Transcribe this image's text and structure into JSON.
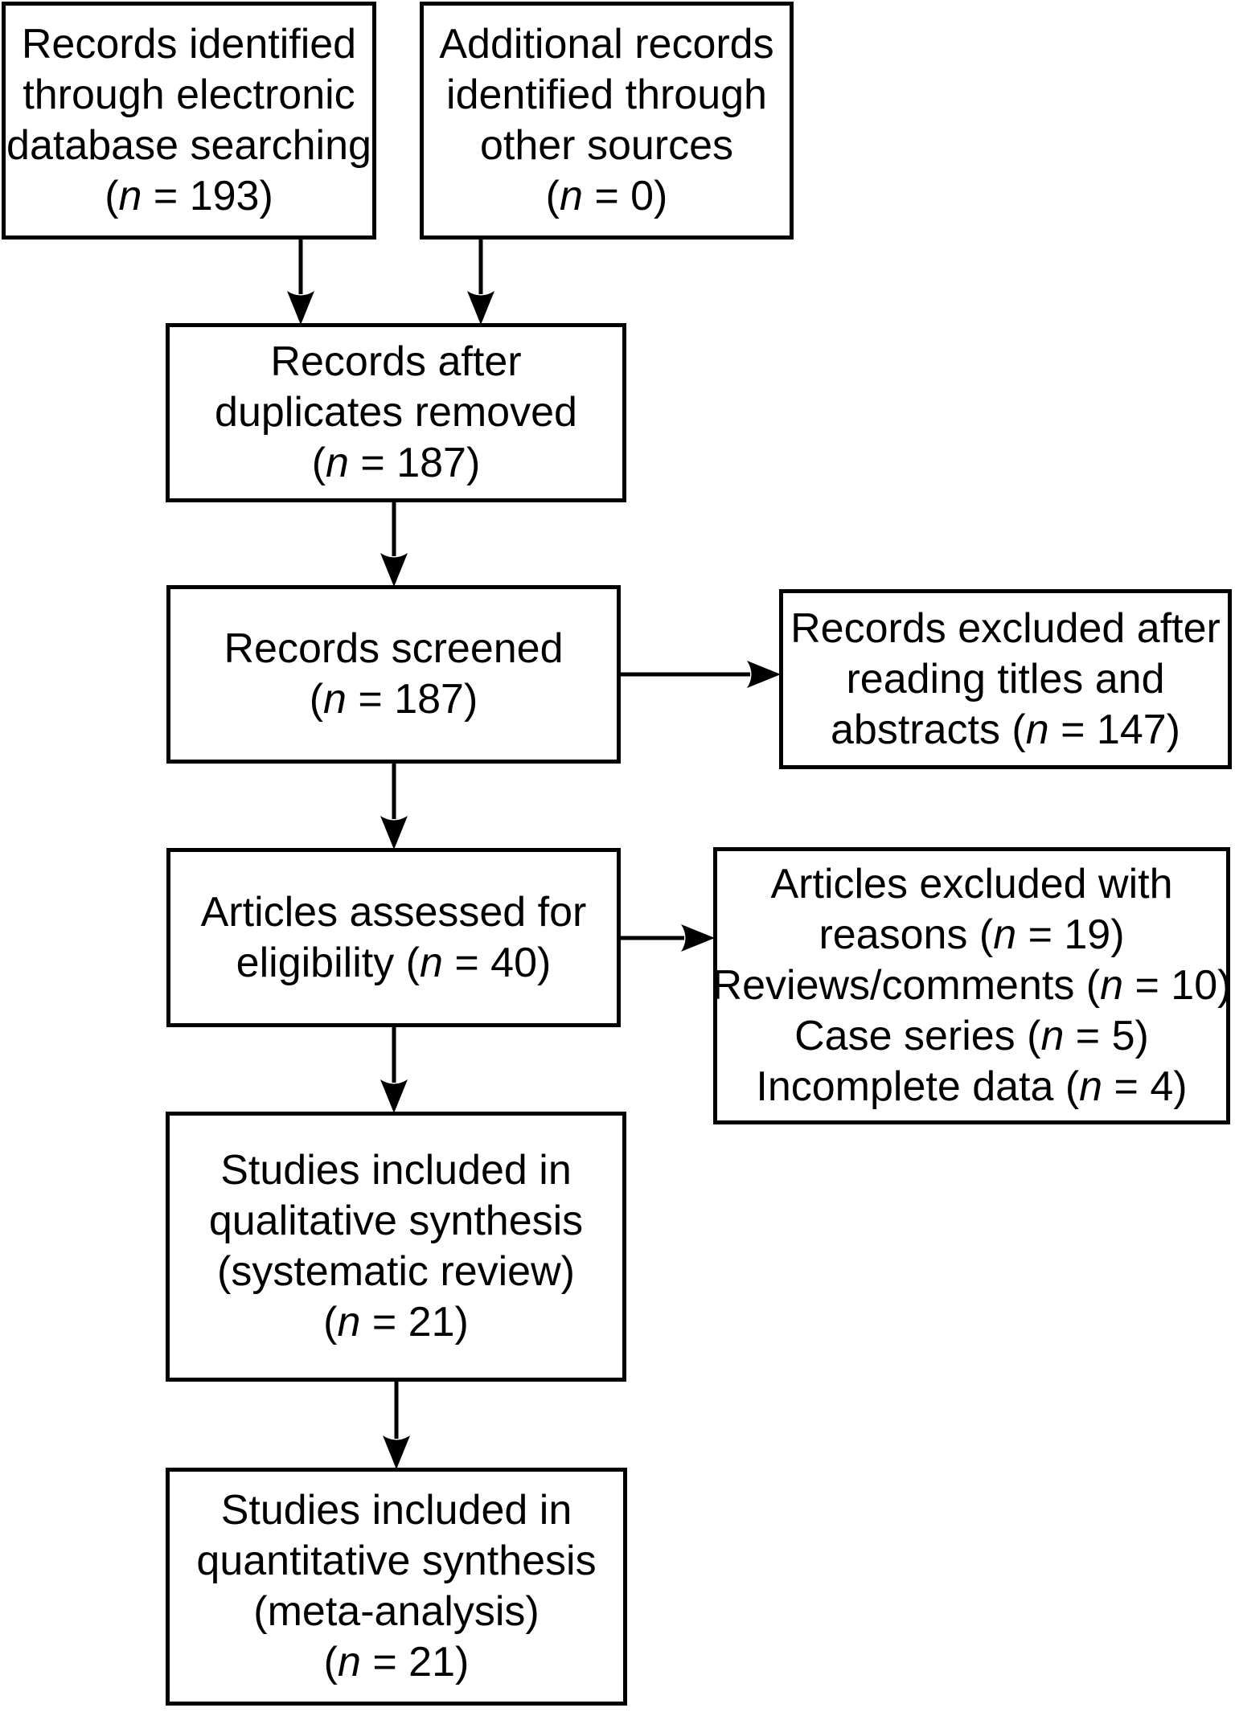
{
  "diagram": {
    "kind": "study-selection-flowchart"
  },
  "colors": {
    "line": "#000000",
    "text": "#000000",
    "background": "#ffffff"
  },
  "boxes": [
    {
      "id": "identified",
      "n": 193,
      "lines": [
        "Records identified",
        "through electronic",
        "database searching",
        "(n = 193)"
      ]
    },
    {
      "id": "additional",
      "n": 0,
      "lines": [
        "Additional records",
        "identified through",
        "other sources",
        "(n = 0)"
      ]
    },
    {
      "id": "dedup",
      "n": 187,
      "lines": [
        "Records after",
        "duplicates removed",
        "(n = 187)"
      ]
    },
    {
      "id": "screened",
      "n": 187,
      "lines": [
        "Records screened",
        "(n = 187)"
      ]
    },
    {
      "id": "excluded-titles",
      "n": 147,
      "lines": [
        "Records excluded after",
        "reading titles and",
        "abstracts (n = 147)"
      ]
    },
    {
      "id": "assessed",
      "n": 40,
      "lines": [
        "Articles assessed for",
        "eligibility (n = 40)"
      ]
    },
    {
      "id": "excluded-reasons",
      "n": 19,
      "lines": [
        "Articles excluded with",
        "reasons (n = 19)",
        "Reviews/comments (n = 10)",
        "Case series (n = 5)",
        "Incomplete data (n = 4)"
      ]
    },
    {
      "id": "qualitative",
      "n": 21,
      "lines": [
        "Studies included in",
        "qualitative synthesis",
        "(systematic review)",
        "(n = 21)"
      ]
    },
    {
      "id": "quantitative",
      "n": 21,
      "lines": [
        "Studies included in",
        "quantitative synthesis",
        "(meta-analysis)",
        "(n = 21)"
      ]
    }
  ],
  "edges": [
    {
      "from": "identified",
      "to": "dedup",
      "dir": "down"
    },
    {
      "from": "additional",
      "to": "dedup",
      "dir": "down"
    },
    {
      "from": "dedup",
      "to": "screened",
      "dir": "down"
    },
    {
      "from": "screened",
      "to": "excluded-titles",
      "dir": "right"
    },
    {
      "from": "screened",
      "to": "assessed",
      "dir": "down"
    },
    {
      "from": "assessed",
      "to": "excluded-reasons",
      "dir": "right"
    },
    {
      "from": "assessed",
      "to": "qualitative",
      "dir": "down"
    },
    {
      "from": "qualitative",
      "to": "quantitative",
      "dir": "down"
    }
  ]
}
